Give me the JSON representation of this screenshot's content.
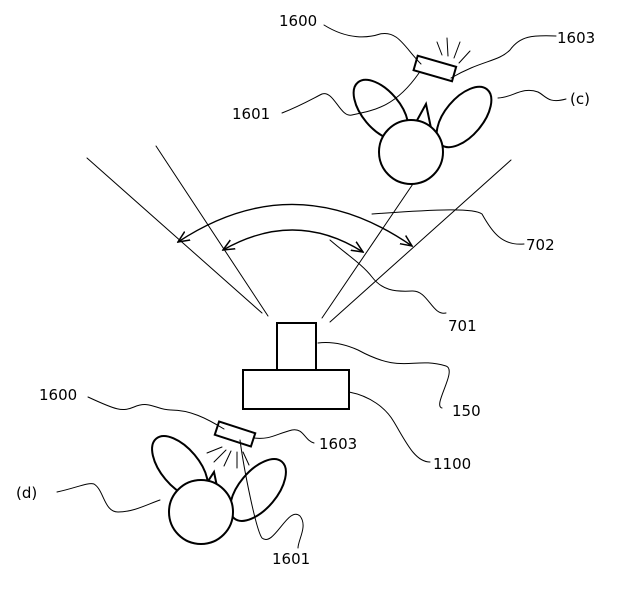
{
  "labels": {
    "device_top": "1600",
    "device_bottom": "1600",
    "light_top": "1603",
    "light_bottom": "1603",
    "person_top": "1601",
    "person_bottom": "1601",
    "view_c": "(c)",
    "view_d": "(d)",
    "range_outer": "702",
    "range_inner": "701",
    "camera_head": "150",
    "camera_base": "1100"
  }
}
